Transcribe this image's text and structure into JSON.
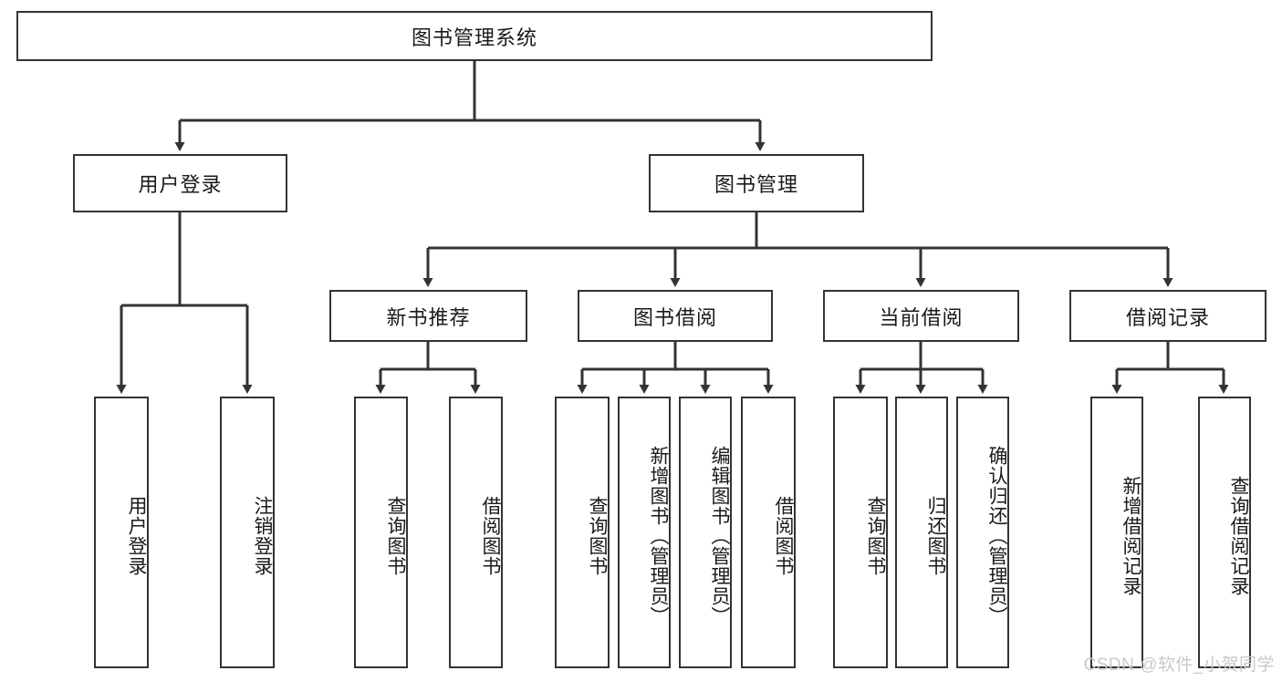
{
  "diagram": {
    "title": "图书管理系统",
    "type": "tree-hierarchy",
    "colors": {
      "background": "#ffffff",
      "stroke": "#333333",
      "text": "#1a1a1a",
      "watermark": "#c9c9c9"
    },
    "root": {
      "label": "图书管理系统"
    },
    "level2": [
      {
        "label": "用户登录"
      },
      {
        "label": "图书管理"
      }
    ],
    "level3": [
      {
        "label": "新书推荐"
      },
      {
        "label": "图书借阅"
      },
      {
        "label": "当前借阅"
      },
      {
        "label": "借阅记录"
      }
    ],
    "leaves": {
      "user_login": [
        {
          "label": "用户登录"
        },
        {
          "label": "注销登录"
        }
      ],
      "new_book_recommend": [
        {
          "label": "查询图书"
        },
        {
          "label": "借阅图书"
        }
      ],
      "book_borrow": [
        {
          "label": "查询图书"
        },
        {
          "label": "新增图书（管理员）"
        },
        {
          "label": "编辑图书（管理员）"
        },
        {
          "label": "借阅图书"
        }
      ],
      "current_borrow": [
        {
          "label": "查询图书"
        },
        {
          "label": "归还图书"
        },
        {
          "label": "确认归还（管理员）"
        }
      ],
      "borrow_record": [
        {
          "label": "新增借阅记录"
        },
        {
          "label": "查询借阅记录"
        }
      ]
    }
  },
  "watermark": {
    "text": "CSDN @软件_小贺同学"
  }
}
